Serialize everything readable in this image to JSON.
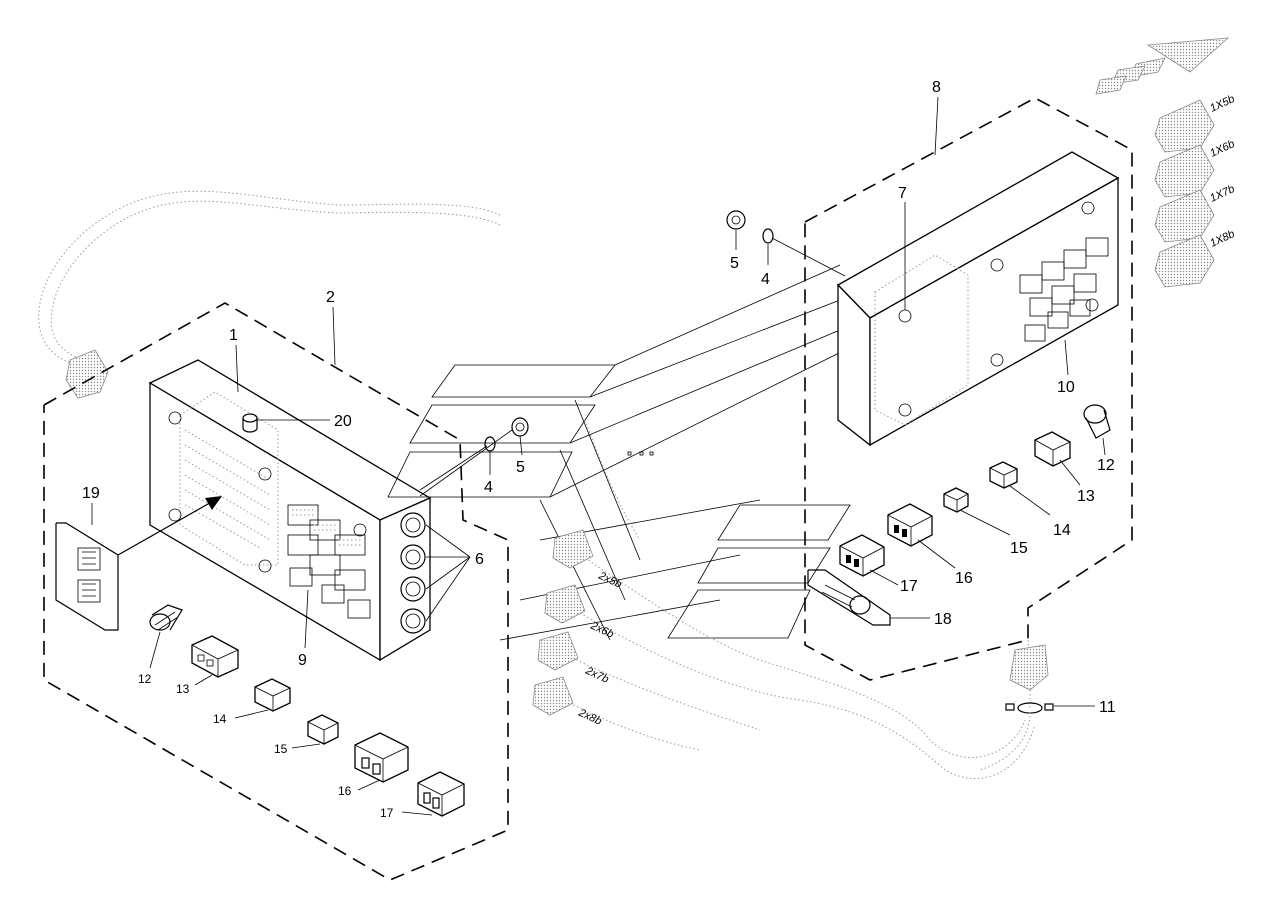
{
  "callouts": [
    {
      "id": "c1",
      "text": "1"
    },
    {
      "id": "c2",
      "text": "2"
    },
    {
      "id": "c20",
      "text": "20"
    },
    {
      "id": "c4a",
      "text": "4"
    },
    {
      "id": "c5a",
      "text": "5"
    },
    {
      "id": "c6",
      "text": "6"
    },
    {
      "id": "c9",
      "text": "9"
    },
    {
      "id": "c19",
      "text": "19"
    },
    {
      "id": "c12a",
      "text": "12"
    },
    {
      "id": "c13a",
      "text": "13"
    },
    {
      "id": "c14a",
      "text": "14"
    },
    {
      "id": "c15a",
      "text": "15"
    },
    {
      "id": "c16a",
      "text": "16"
    },
    {
      "id": "c17a",
      "text": "17"
    },
    {
      "id": "c8",
      "text": "8"
    },
    {
      "id": "c7",
      "text": "7"
    },
    {
      "id": "c5b",
      "text": "5"
    },
    {
      "id": "c4b",
      "text": "4"
    },
    {
      "id": "c10",
      "text": "10"
    },
    {
      "id": "c12b",
      "text": "12"
    },
    {
      "id": "c13b",
      "text": "13"
    },
    {
      "id": "c14b",
      "text": "14"
    },
    {
      "id": "c15b",
      "text": "15"
    },
    {
      "id": "c16b",
      "text": "16"
    },
    {
      "id": "c17b",
      "text": "17"
    },
    {
      "id": "c18",
      "text": "18"
    },
    {
      "id": "c11",
      "text": "11"
    }
  ],
  "connector_tags": {
    "right": [
      "1X5b",
      "1X6b",
      "1X7b",
      "1X8b"
    ],
    "middle": [
      "2x5b",
      "2x6b",
      "2x7b",
      "2x8b"
    ]
  },
  "colors": {
    "line": "#000000",
    "shade": "#9a9a9a",
    "background": "#ffffff"
  }
}
